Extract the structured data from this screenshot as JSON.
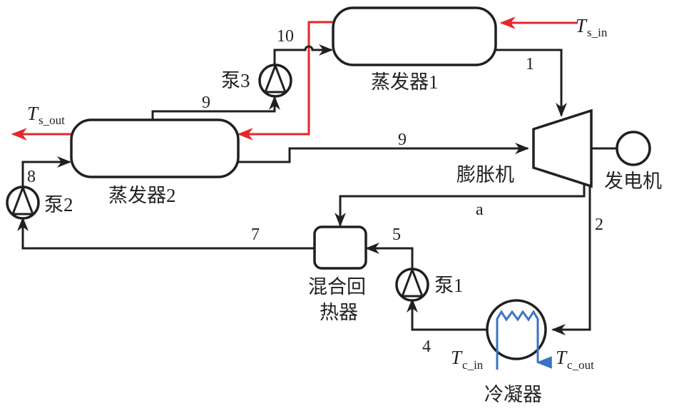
{
  "diagram": {
    "title": "",
    "colors": {
      "line": "#231f20",
      "hot_source": "#e5262a",
      "cooling_water": "#3b73c4"
    },
    "components": {
      "evaporator1": "蒸发器1",
      "evaporator2": "蒸发器2",
      "expander": "膨胀机",
      "generator": "发电机",
      "mixing_regenerator_line1": "混合回",
      "mixing_regenerator_line2": "热器",
      "condenser": "冷凝器",
      "pump1": "泵1",
      "pump2": "泵2",
      "pump3": "泵3"
    },
    "states": {
      "s1": "1",
      "s2": "2",
      "s4": "4",
      "s5": "5",
      "s7": "7",
      "s8": "8",
      "s9_top": "9",
      "s9_mid": "9",
      "s10": "10",
      "sa": "a"
    },
    "temperatures": {
      "ts_in_main": "T",
      "ts_in_sub": "s_in",
      "ts_out_main": "T",
      "ts_out_sub": "s_out",
      "tc_in_main": "T",
      "tc_in_sub": "c_in",
      "tc_out_main": "T",
      "tc_out_sub": "c_out"
    }
  }
}
